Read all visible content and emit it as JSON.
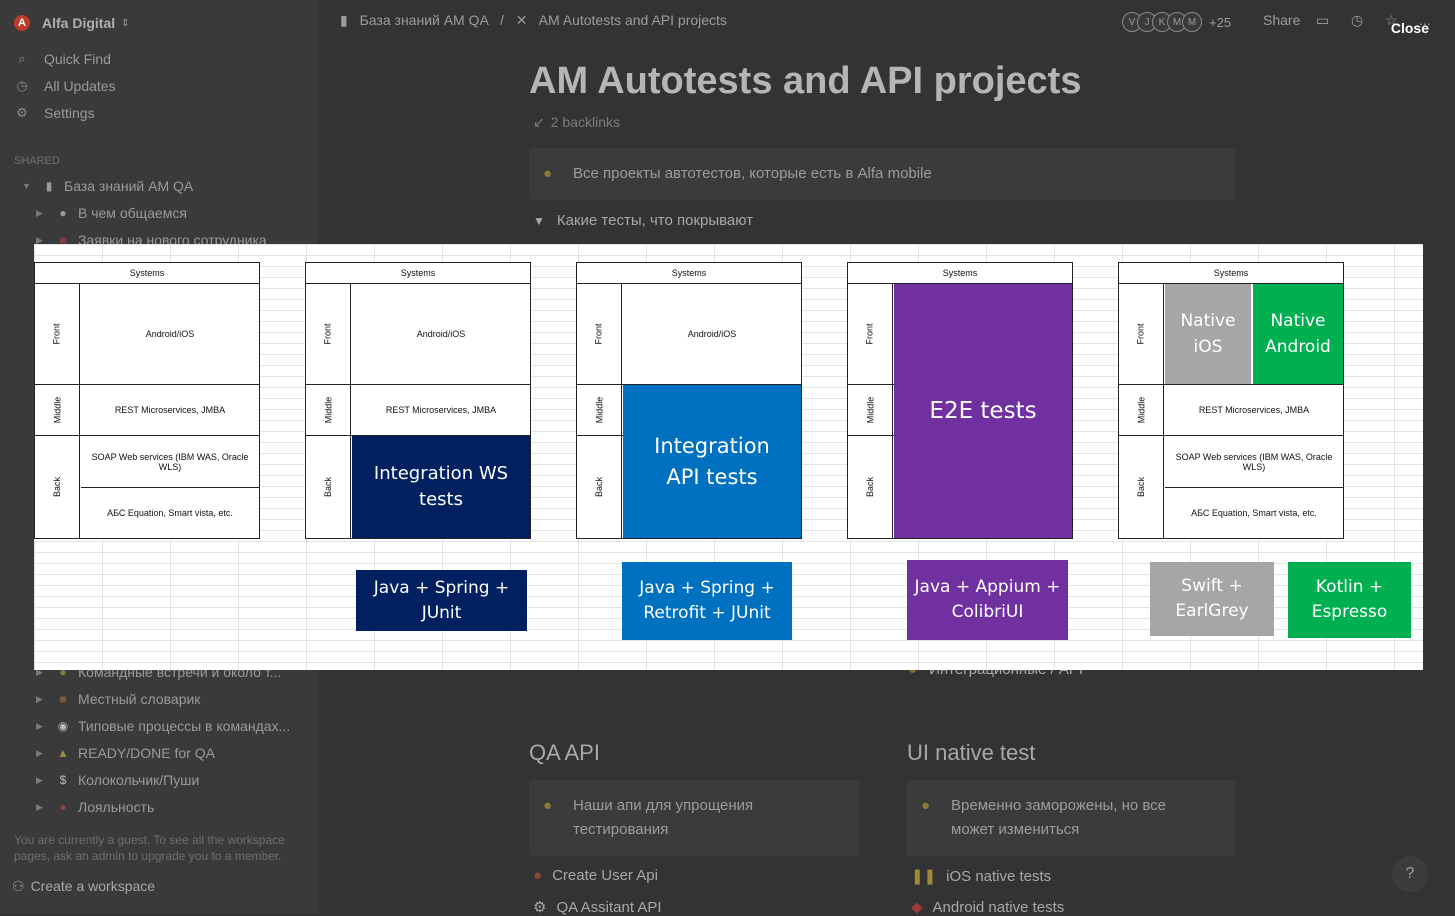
{
  "sidebar": {
    "workspace_name": "Alfa Digital",
    "nav": [
      {
        "icon": "search-icon",
        "label": "Quick Find"
      },
      {
        "icon": "clock-icon",
        "label": "All Updates"
      },
      {
        "icon": "gear-icon",
        "label": "Settings"
      }
    ],
    "section_label": "SHARED",
    "root_page": "База знаний AM QA",
    "items_top": [
      "В чем общаемся",
      "Заявки на нового сотрудника"
    ],
    "items_bottom": [
      "Командные встречи и около т...",
      "Местный словарик",
      "Типовые процессы в командах...",
      "READY/DONE for QA",
      "Колокольчик/Пуши",
      "Лояльность"
    ],
    "guest_note": "You are currently a guest. To see all the workspace pages, ask an admin to upgrade you to a member.",
    "create_workspace": "Create a workspace"
  },
  "topbar": {
    "breadcrumb_root": "База знаний AM QA",
    "breadcrumb_sep": "/",
    "breadcrumb_current": "AM Autotests and API projects",
    "avatars": [
      "V",
      "J",
      "K",
      "M",
      "M"
    ],
    "extra_count": "+25",
    "share_label": "Share",
    "more_label": "..."
  },
  "page": {
    "title": "AM Autotests and API projects",
    "backlinks": "2 backlinks",
    "callout": "Все проекты автотестов, которые есть в Alfa mobile",
    "toggle": "Какие тесты, что покрывают",
    "hidden_row": "Интеграционные / API",
    "qa_api_heading": "QA API",
    "qa_api_callout": "Наши апи для упрощения тестирования",
    "qa_api_links": [
      "Create User Api",
      "QA Assitant API"
    ],
    "ui_native_heading": "UI native test",
    "ui_native_callout": "Временно заморожены, но все может измениться",
    "ui_native_links": [
      "iOS native tests",
      "Android native tests"
    ],
    "help": "?"
  },
  "overlay": {
    "close_label": "Close",
    "diagram": {
      "header": "Systems",
      "rows": [
        "Front",
        "Middle",
        "Back"
      ],
      "front_cell": "Android/iOS",
      "middle_cell": "REST Microservices, JMBA",
      "back_cell_1": "SOAP Web services (IBM WAS, Oracle WLS)",
      "back_cell_2": "АБС Equation, Smart vista, etc.",
      "blocks": {
        "integration_ws": "Integration WS tests",
        "integration_api": "Integration API tests",
        "e2e": "E2E tests",
        "native_ios": "Native iOS",
        "native_android": "Native Android"
      },
      "tech": {
        "ws": "Java + Spring + JUnit",
        "api": "Java + Spring + Retrofit + JUnit",
        "e2e": "Java + Appium + ColibriUI",
        "ios": "Swift + EarlGrey",
        "android": "Kotlin + Espresso"
      },
      "colors": {
        "ws": "#002060",
        "api": "#0070c0",
        "e2e": "#7030a0",
        "ios": "#a6a6a6",
        "android": "#00b050"
      }
    }
  }
}
